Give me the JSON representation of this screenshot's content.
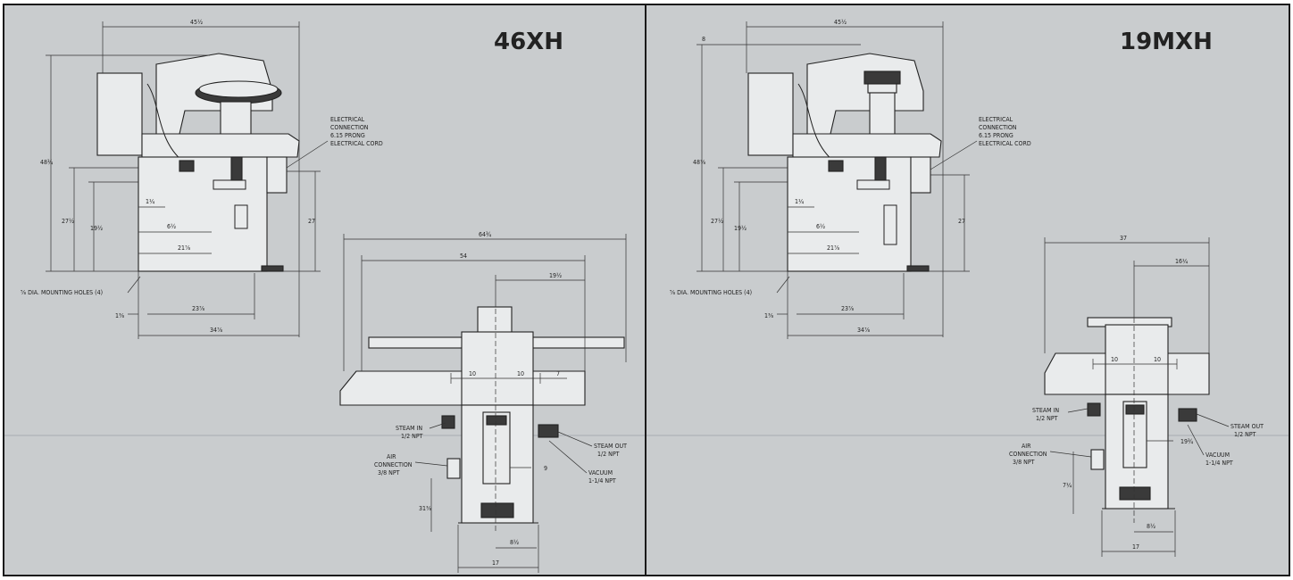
{
  "panels": [
    {
      "model": "46XH",
      "side_view": {
        "top_width": "45½",
        "overall_height": "48¾",
        "height_a": "27½",
        "height_b": "19½",
        "right_height": "27",
        "dim_1": "1¼",
        "dim_2": "6½",
        "dim_3": "21⅞",
        "base_1": "1⅜",
        "base_2": "23⅞",
        "base_3": "34⅞",
        "callout_electrical": [
          "ELECTRICAL",
          "CONNECTION",
          "6.15 PRONG",
          "ELECTRICAL CORD"
        ],
        "callout_mounting": "⅝ DIA. MOUNTING HOLES (4)"
      },
      "front_view": {
        "overall_width": "64¾",
        "width_b": "54",
        "offset_top": "19½",
        "left_10": "10",
        "right_10": "10",
        "small_right": "7",
        "steam_in": [
          "STEAM IN",
          "1/2 NPT"
        ],
        "steam_out": [
          "STEAM OUT",
          "1/2 NPT"
        ],
        "air": [
          "AIR",
          "CONNECTION",
          "3/8 NPT"
        ],
        "vacuum": [
          "VACUUM",
          "1-1/4 NPT"
        ],
        "height_side": "31⅜",
        "inner_9": "9",
        "base_small": "8½",
        "base_width": "17"
      }
    },
    {
      "model": "19MXH",
      "side_view": {
        "top_width": "45½",
        "overall_height": "48⅞",
        "height_a": "27½",
        "height_b": "19½",
        "right_height": "27",
        "dim_1": "1¼",
        "dim_2": "6½",
        "dim_3": "21⅞",
        "base_1": "1⅜",
        "base_2": "23⅞",
        "base_3": "34⅞",
        "top_left": "8",
        "callout_electrical": [
          "ELECTRICAL",
          "CONNECTION",
          "6.15 PRONG",
          "ELECTRICAL CORD"
        ],
        "callout_mounting": "⅝ DIA. MOUNTING HOLES (4)"
      },
      "front_view": {
        "overall_width": "37",
        "offset_top": "16¼",
        "left_10": "10",
        "right_10": "10",
        "steam_in": [
          "STEAM IN",
          "1/2 NPT"
        ],
        "steam_out": [
          "STEAM OUT",
          "1/2 NPT"
        ],
        "air": [
          "AIR",
          "CONNECTION",
          "3/8 NPT"
        ],
        "vacuum": [
          "VACUUM",
          "1-1/4 NPT"
        ],
        "height_side": "7¼",
        "inner_right": "19¾",
        "base_small": "8½",
        "base_width": "17"
      }
    }
  ]
}
